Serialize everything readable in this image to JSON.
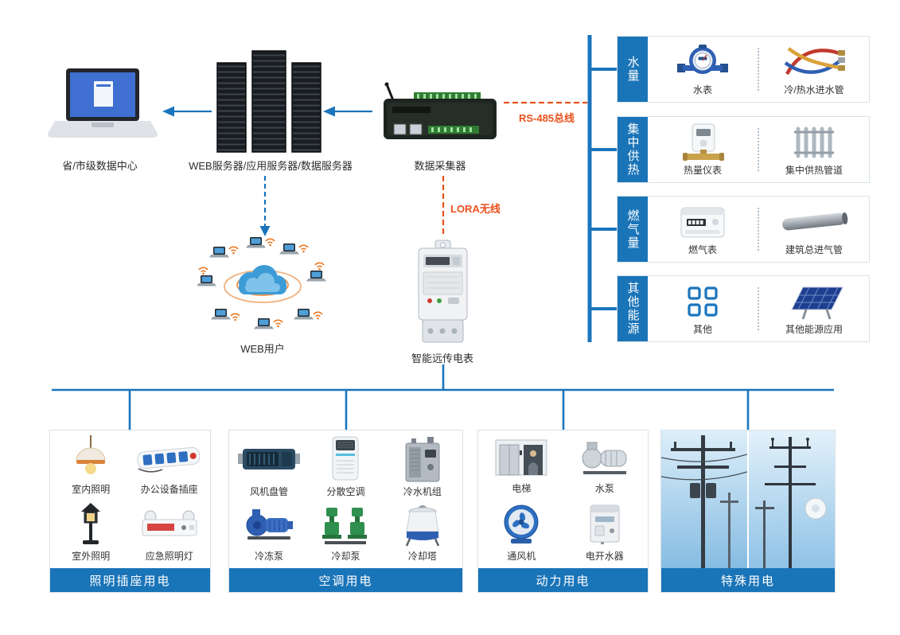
{
  "colors": {
    "line_blue": "#1b75bc",
    "accent_orange": "#e8521e",
    "panel_blue": "#1a74b8"
  },
  "top_row": {
    "data_center_label": "省/市级数据中心",
    "server_label": "WEB服务器/应用服务器/数据服务器",
    "collector_label": "数据采集器",
    "rs485_label": "RS-485总线"
  },
  "middle": {
    "web_users_label": "WEB用户",
    "smart_meter_label": "智能远传电表",
    "lora_label": "LORA无线"
  },
  "right_panels": [
    {
      "category": "水量",
      "item1": "水表",
      "item2": "冷/热水进水管"
    },
    {
      "category": "集中供热",
      "item1": "热量仪表",
      "item2": "集中供热管道"
    },
    {
      "category": "燃气量",
      "item1": "燃气表",
      "item2": "建筑总进气管"
    },
    {
      "category": "其他能源",
      "item1": "其他",
      "item2": "其他能源应用"
    }
  ],
  "bottom_panels": [
    {
      "title": "照明插座用电",
      "items": [
        "室内照明",
        "办公设备插座",
        "室外照明",
        "应急照明灯"
      ]
    },
    {
      "title": "空调用电",
      "items": [
        "风机盘管",
        "分散空调",
        "冷水机组",
        "冷冻泵",
        "冷却泵",
        "冷却塔"
      ]
    },
    {
      "title": "动力用电",
      "items": [
        "电梯",
        "水泵",
        "通风机",
        "电开水器"
      ]
    },
    {
      "title": "特殊用电",
      "items": []
    }
  ]
}
